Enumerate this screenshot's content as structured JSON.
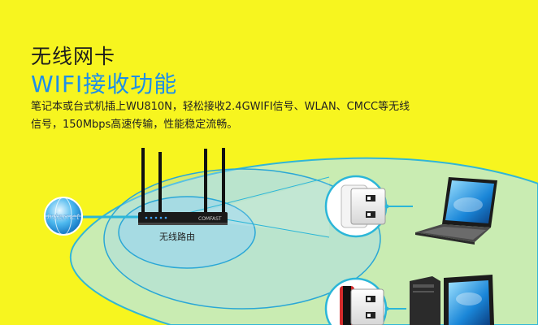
{
  "headline": "无线网卡",
  "subheadline": "WIFI接收功能",
  "description_line1": "笔记本或台式机插上WU810N，轻松接收2.4GWIFI信号、WLAN、CMCC等无线",
  "description_line2": "信号，150Mbps高速传输，性能稳定流畅。",
  "internet_label": "Internet",
  "router_brand": "COMFAST",
  "router_label": "无线路由",
  "colors": {
    "background": "#f7f51f",
    "accent_blue": "#1e8ee8",
    "signal_green": "#c9ecb2",
    "signal_cyan": "#2bb6d8"
  },
  "icons": [
    "globe-icon",
    "router-icon",
    "usb-adapter-icon",
    "laptop-icon",
    "desktop-pc-icon"
  ]
}
